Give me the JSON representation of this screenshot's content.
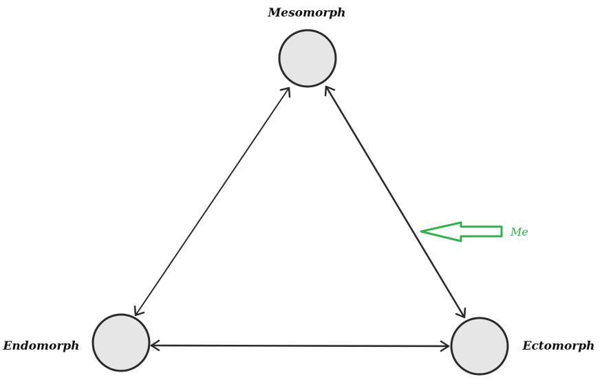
{
  "nodes": {
    "mesomorph": {
      "label": "Mesomorph"
    },
    "endomorph": {
      "label": "Endomorph"
    },
    "ectomorph": {
      "label": "Ectomorph"
    }
  },
  "annotation": {
    "label": "Me"
  },
  "colors": {
    "node_fill": "#e6e6e6",
    "node_stroke": "#2a2a2a",
    "edge": "#2a2a2a",
    "annotation": "#2db34a"
  }
}
